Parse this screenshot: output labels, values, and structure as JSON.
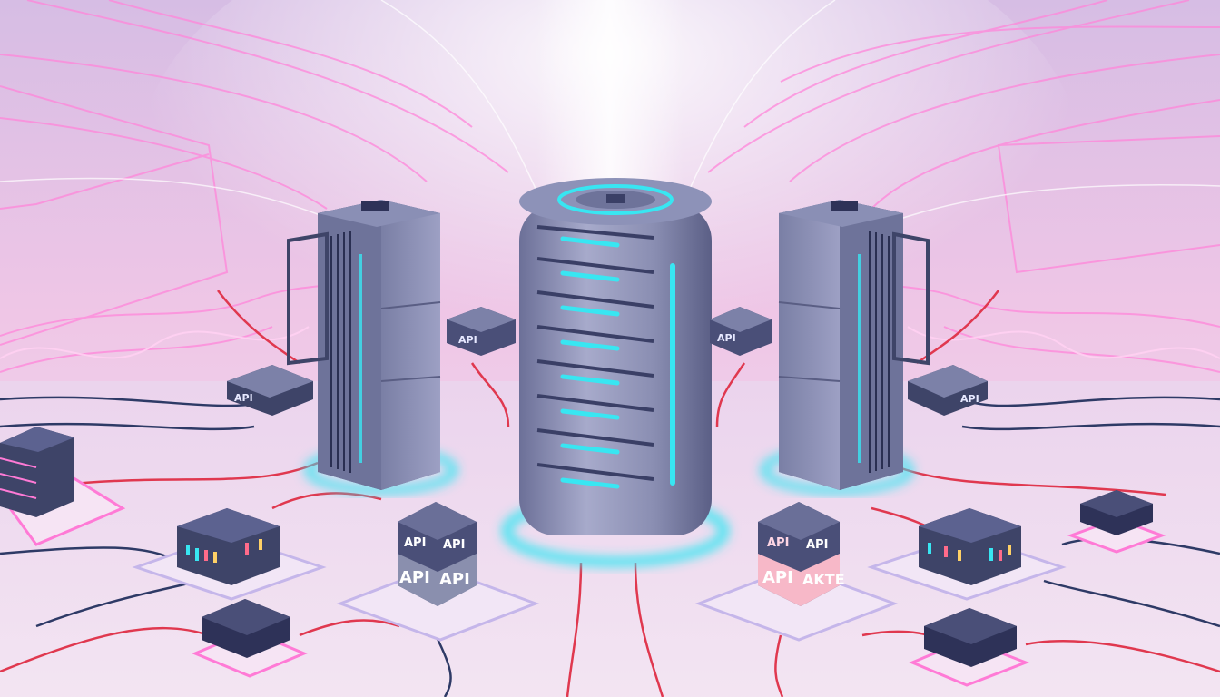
{
  "palette": {
    "background_top": "#d9c2e6",
    "background_bottom": "#f3e2f0",
    "light_beam": "#ffffff",
    "neon_pink": "#ff7ad6",
    "neon_cyan": "#38e6f2",
    "server_body": "#7e84a8",
    "server_dark": "#3e4468",
    "cable_red": "#e0384f",
    "cable_navy": "#2e3a66"
  },
  "labels": {
    "rack_left_tag": "API",
    "rack_right_tag": "API",
    "left_tag_small": "API",
    "right_tag_small": "API",
    "cube_left_top1": "API",
    "cube_left_top2": "API",
    "cube_left_front1": "API",
    "cube_left_front2": "API",
    "cube_right_top1": "API",
    "cube_right_top2": "API",
    "cube_right_front1": "API",
    "cube_right_front2": "AKTE"
  }
}
